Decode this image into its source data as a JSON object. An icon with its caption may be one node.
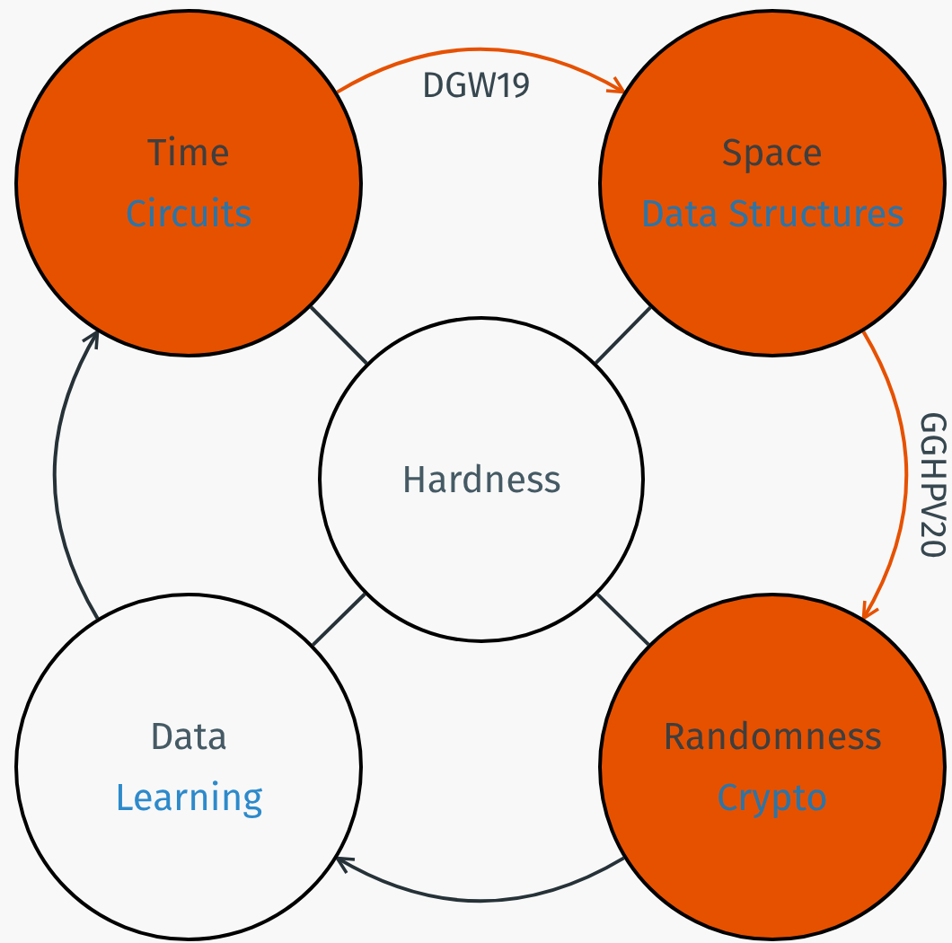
{
  "diagram": {
    "nodes": [
      {
        "text": [
          "Time",
          "Circuits"
        ]
      },
      {
        "text": [
          "Space",
          "Data Structures"
        ]
      },
      {
        "text": [
          "Hardness"
        ]
      },
      {
        "text": [
          "Data",
          "Learning"
        ]
      },
      {
        "text": [
          "Randomness",
          "Crypto"
        ]
      }
    ],
    "edges": [
      {
        "from": 0,
        "to": 1,
        "arrow": "to",
        "label": "DGW19",
        "color": "#e65100"
      },
      {
        "from": 1,
        "to": 4,
        "arrow": "to",
        "label": "GGHPV20",
        "color": "#e65100"
      },
      {
        "from": 4,
        "to": 3,
        "arrow": "to"
      },
      {
        "from": 3,
        "to": 0,
        "arrow": "to"
      },
      {
        "from": 2,
        "to": 0,
        "arrow": "none"
      },
      {
        "from": 2,
        "to": 1,
        "arrow": "none"
      },
      {
        "from": 2,
        "to": 3,
        "arrow": "none"
      },
      {
        "from": 2,
        "to": 4,
        "arrow": "none"
      }
    ]
  }
}
